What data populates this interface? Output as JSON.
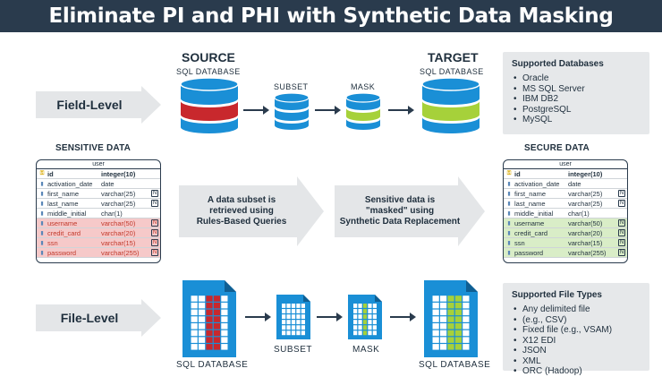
{
  "title": "Eliminate PI and PHI with Synthetic Data Masking",
  "labels": {
    "source": "SOURCE",
    "target": "TARGET",
    "sql_database": "SQL DATABASE",
    "subset": "SUBSET",
    "mask": "MASK",
    "field_level": "Field-Level",
    "file_level": "File-Level",
    "sensitive_data": "SENSITIVE DATA",
    "secure_data": "SECURE DATA"
  },
  "middle_arrows": {
    "left": {
      "line1": "A data subset is",
      "line2": "retrieved using",
      "line3": "Rules-Based Queries"
    },
    "right": {
      "line1": "Sensitive data is",
      "line2": "\"masked\" using",
      "line3": "Synthetic Data Replacement"
    }
  },
  "supported_databases": {
    "heading": "Supported Databases",
    "items": [
      "Oracle",
      "MS SQL Server",
      "IBM DB2",
      "PostgreSQL",
      "MySQL"
    ]
  },
  "supported_file_types": {
    "heading": "Supported File Types",
    "items": [
      "Any delimited file",
      "(e.g., CSV)",
      "Fixed file (e.g., VSAM)",
      "X12 EDI",
      "JSON",
      "XML",
      "ORC (Hadoop)"
    ]
  },
  "table": {
    "name": "user",
    "rows": [
      {
        "field": "id",
        "type": "integer(10)",
        "nullable": false,
        "key": true
      },
      {
        "field": "activation_date",
        "type": "date",
        "nullable": false
      },
      {
        "field": "first_name",
        "type": "varchar(25)",
        "nullable": true
      },
      {
        "field": "last_name",
        "type": "varchar(25)",
        "nullable": true
      },
      {
        "field": "middle_initial",
        "type": "char(1)",
        "nullable": false
      },
      {
        "field": "username",
        "type": "varchar(50)",
        "nullable": true,
        "sensitive": true
      },
      {
        "field": "credit_card",
        "type": "varchar(20)",
        "nullable": true,
        "sensitive": true
      },
      {
        "field": "ssn",
        "type": "varchar(15)",
        "nullable": true,
        "sensitive": true
      },
      {
        "field": "password",
        "type": "varchar(255)",
        "nullable": true,
        "sensitive": true
      }
    ],
    "null_marker": "N"
  },
  "colors": {
    "navy": "#2a3b4d",
    "blue": "#1a8fd6",
    "red": "#c8282d",
    "green": "#a6d13a",
    "arrow_gray": "#e4e6e8"
  }
}
